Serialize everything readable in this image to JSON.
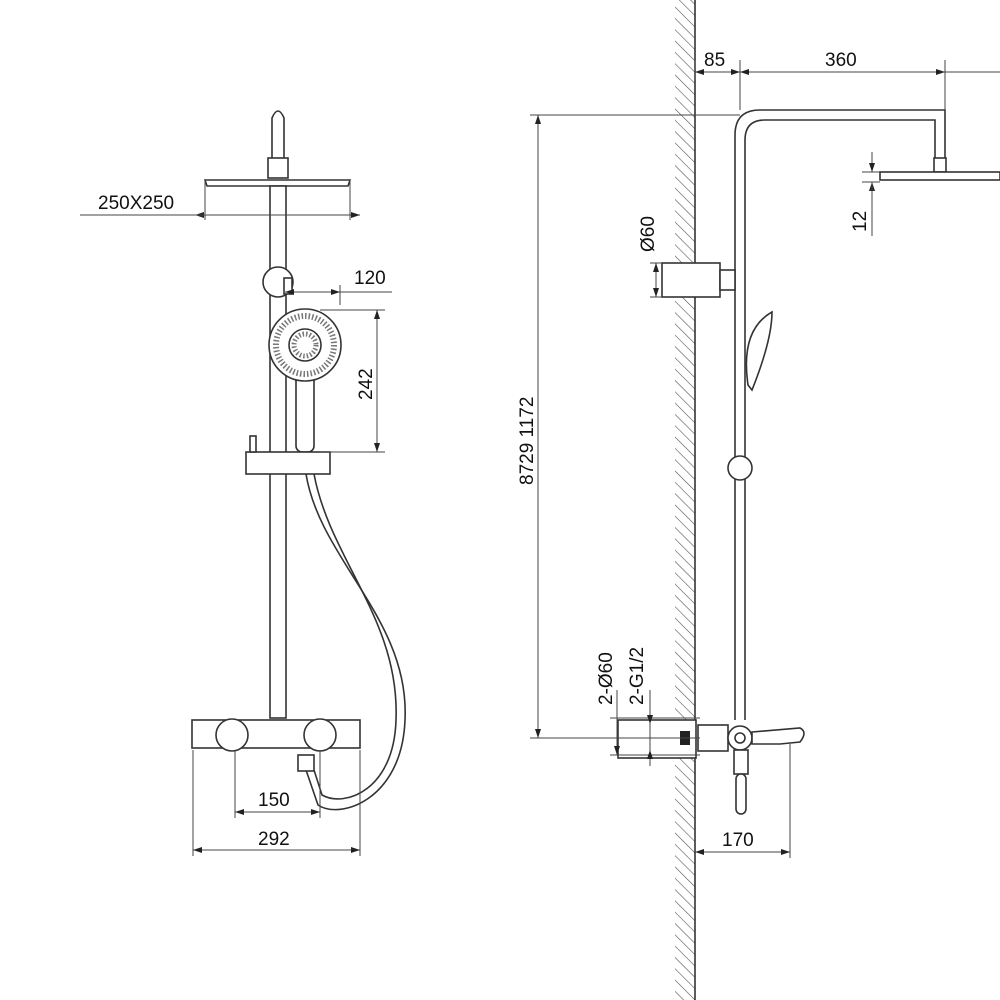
{
  "front_view": {
    "head_size": "250X250",
    "bracket_offset": "120",
    "handshower_length": "242",
    "inlet_spacing": "150",
    "mixer_width": "292"
  },
  "side_view": {
    "wall_offset": "85",
    "arm_length": "360",
    "head_thickness": "12",
    "bracket_diameter": "Ø60",
    "height_range": "8729 1172",
    "escutcheon": "2-Ø60",
    "thread": "2-G1/2",
    "spout_projection": "170"
  }
}
